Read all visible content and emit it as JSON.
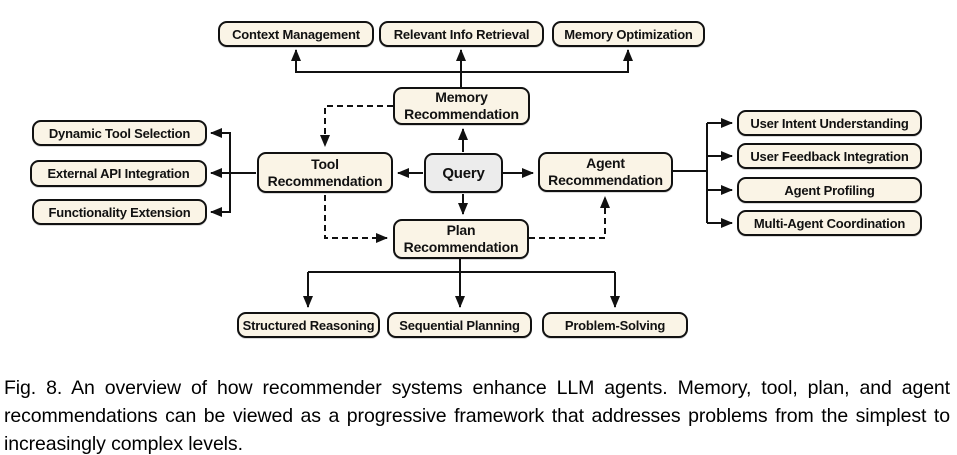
{
  "figure": {
    "caption": "Fig. 8. An overview of how recommender systems enhance LLM agents. Memory, tool, plan, and agent recommendations can be viewed as a progressive framework that addresses problems from the simplest to increasingly complex levels."
  },
  "colors": {
    "node_fill": "#faf4e6",
    "query_fill": "#ececec",
    "line": "#111111",
    "background": "#ffffff"
  },
  "nodes": {
    "query": "Query",
    "memory_recommendation": "Memory Recommendation",
    "tool_recommendation": "Tool Recommendation",
    "agent_recommendation": "Agent Recommendation",
    "plan_recommendation": "Plan Recommendation",
    "memory_children": [
      "Context Management",
      "Relevant Info Retrieval",
      "Memory Optimization"
    ],
    "tool_children": [
      "Dynamic Tool Selection",
      "External API Integration",
      "Functionality Extension"
    ],
    "agent_children": [
      "User Intent Understanding",
      "User Feedback Integration",
      "Agent Profiling",
      "Multi-Agent Coordination"
    ],
    "plan_children": [
      "Structured Reasoning",
      "Sequential Planning",
      "Problem-Solving"
    ]
  }
}
